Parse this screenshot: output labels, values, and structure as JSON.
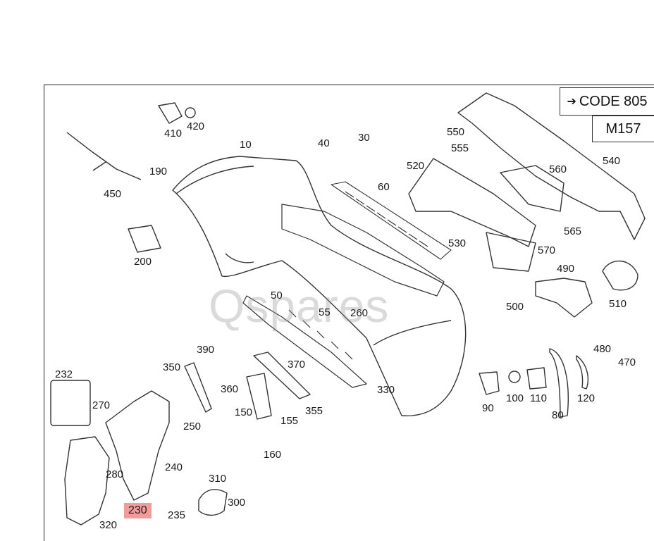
{
  "header": {
    "code_arrow_icon": "arrow-right-icon",
    "code_label": "CODE 805",
    "model_label": "M157"
  },
  "watermark": "Qspares",
  "highlighted_part": "230",
  "colors": {
    "highlight": "#f39a9a",
    "line": "#333333"
  },
  "parts": {
    "p10": "10",
    "p30": "30",
    "p40": "40",
    "p50": "50",
    "p55": "55",
    "p60": "60",
    "p80": "80",
    "p90": "90",
    "p100": "100",
    "p110": "110",
    "p120": "120",
    "p150": "150",
    "p155": "155",
    "p160": "160",
    "p190": "190",
    "p200": "200",
    "p230": "230",
    "p232": "232",
    "p235": "235",
    "p240": "240",
    "p250": "250",
    "p260": "260",
    "p270": "270",
    "p280": "280",
    "p300": "300",
    "p310": "310",
    "p320": "320",
    "p330": "330",
    "p350": "350",
    "p355": "355",
    "p360": "360",
    "p370": "370",
    "p390": "390",
    "p410": "410",
    "p420": "420",
    "p450": "450",
    "p470": "470",
    "p480": "480",
    "p490": "490",
    "p500": "500",
    "p510": "510",
    "p520": "520",
    "p530": "530",
    "p540": "540",
    "p550": "550",
    "p555": "555",
    "p560": "560",
    "p565": "565",
    "p570": "570"
  }
}
